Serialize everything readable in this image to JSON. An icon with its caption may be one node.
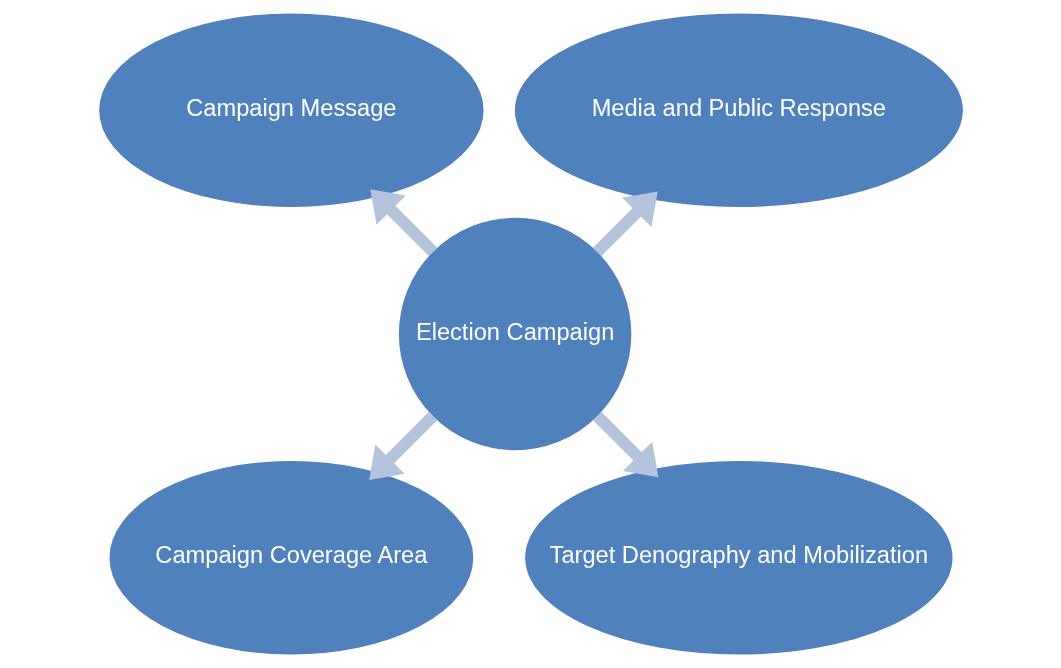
{
  "diagram": {
    "nodes": [
      {
        "text": [
          "Election Campaign"
        ]
      },
      {
        "text": [
          "Media and Public Response"
        ]
      },
      {
        "text": [
          "Campaign Message"
        ]
      },
      {
        "text": [
          "Campaign Coverage Area"
        ]
      },
      {
        "text": [
          "Target Denography and Mobilization"
        ]
      }
    ],
    "edges": [
      {
        "from": 0,
        "to": 1,
        "arrow": "to"
      },
      {
        "from": 0,
        "to": 2,
        "arrow": "to"
      },
      {
        "from": 0,
        "to": 3,
        "arrow": "to"
      },
      {
        "from": 0,
        "to": 4,
        "arrow": "to"
      }
    ]
  }
}
